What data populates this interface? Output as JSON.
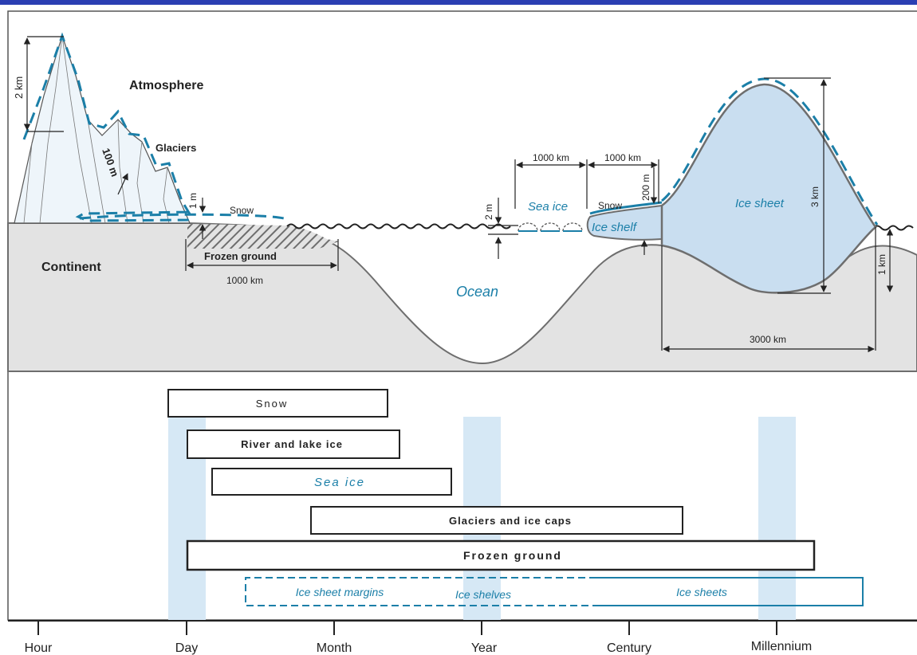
{
  "colors": {
    "ground": "#e3e3e3",
    "ice_fill": "#c9def0",
    "accent_blue": "#1b7fa8",
    "outline_gray": "#6e6e6e",
    "band_blue": "#d6e8f5",
    "top_bar": "#2b3fb3"
  },
  "diagram": {
    "atmosphere": "Atmosphere",
    "glaciers": "Glaciers",
    "continent": "Continent",
    "ocean": "Ocean",
    "snow_land": "Snow",
    "frozen_ground": "Frozen ground",
    "sea_ice": "Sea ice",
    "snow_shelf": "Snow",
    "ice_shelf": "Ice shelf",
    "ice_sheet": "Ice sheet",
    "dims": {
      "mountain_height": "2 km",
      "glacier_thickness": "100 m",
      "snow_depth": "1 m",
      "frozen_ground_width": "1000 km",
      "sea_ice_thickness": "2 m",
      "sea_ice_width": "1000 km",
      "ice_shelf_width": "1000 km",
      "ice_shelf_thickness": "200 m",
      "ice_sheet_height": "3 km",
      "bedrock_depth": "1 km",
      "ice_sheet_width": "3000 km"
    }
  },
  "timescale": {
    "ticks": [
      "Hour",
      "Day",
      "Month",
      "Year",
      "Century",
      "Millennium"
    ],
    "bars": [
      {
        "label": "Snow"
      },
      {
        "label": "River and lake ice"
      },
      {
        "label": "Sea ice"
      },
      {
        "label": "Glaciers and ice caps"
      },
      {
        "label": "Frozen ground"
      }
    ],
    "ice_sheet_row": {
      "margins": "Ice sheet margins",
      "shelves": "Ice shelves",
      "sheets": "Ice sheets"
    }
  }
}
